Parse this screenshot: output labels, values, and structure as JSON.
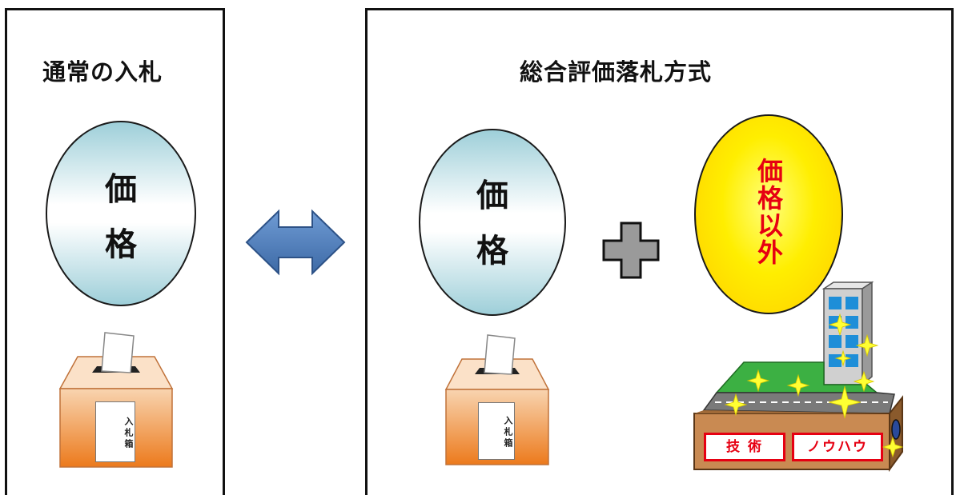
{
  "left_panel": {
    "title": "通常の入札",
    "price_oval_chars": [
      "価",
      "格"
    ],
    "ballot_box_label": "入札箱"
  },
  "right_panel": {
    "title": "総合評価落札方式",
    "price_oval_chars": [
      "価",
      "格"
    ],
    "ballot_box_label": "入札箱",
    "other_than_price_text": "価格以外",
    "building_labels": {
      "technology": "技 術",
      "knowhow": "ノウハウ"
    }
  },
  "colors": {
    "arrow": "#4f81bd",
    "plus": "#999999",
    "accent_red": "#e60012",
    "oval_yellow": "#ffee00",
    "oval_blue": "#9ecfd9",
    "ballot_orange": "#f4a460"
  },
  "icons": [
    "double-arrow-icon",
    "plus-icon",
    "ballot-box-icon",
    "building-icon",
    "sparkle-icon"
  ]
}
